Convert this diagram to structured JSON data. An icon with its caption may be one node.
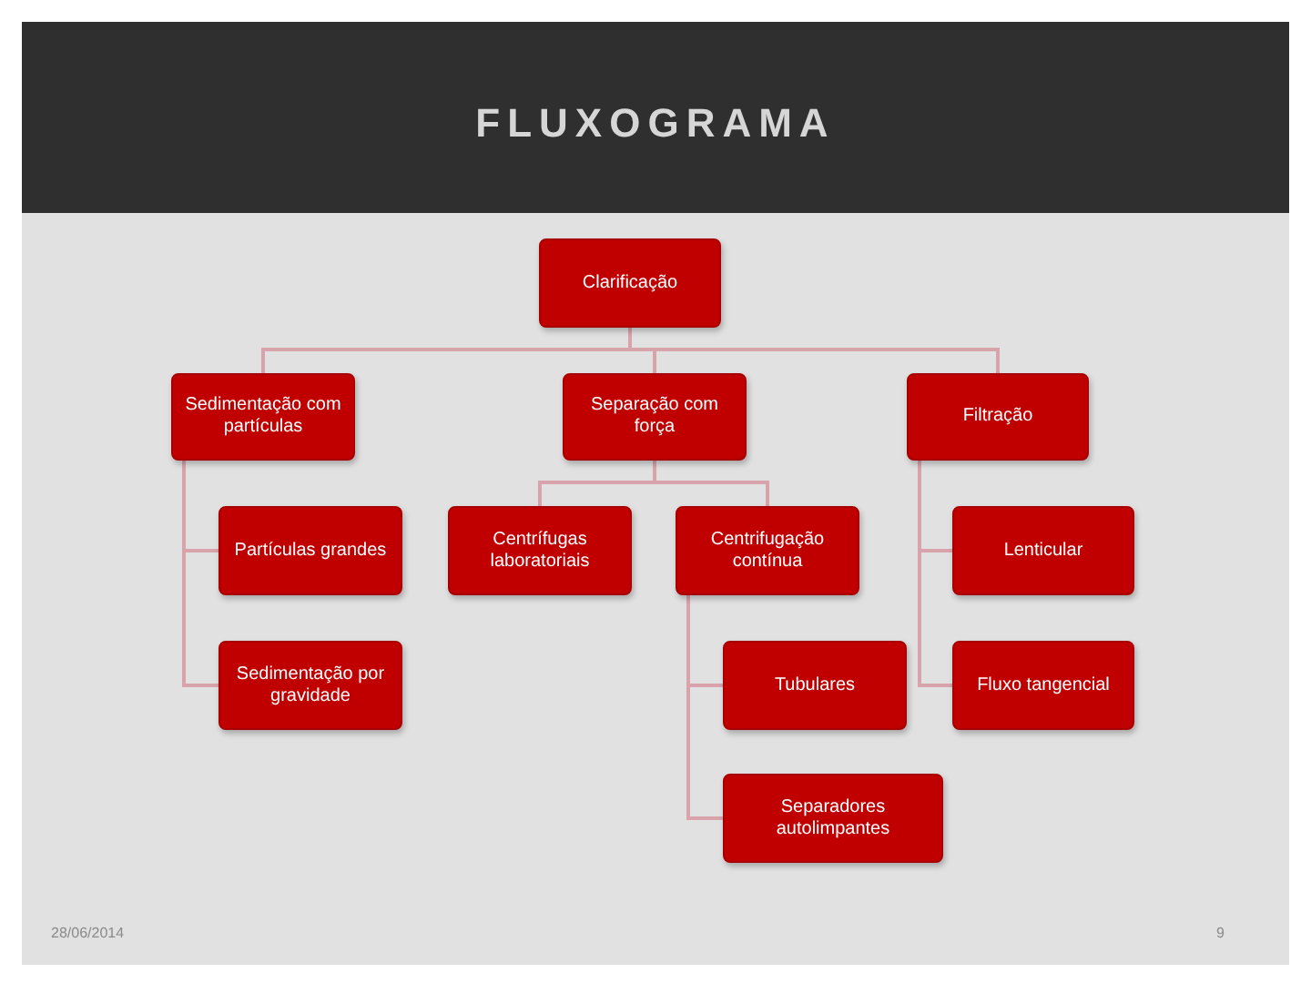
{
  "diagram": {
    "title": "FLUXOGRAMA",
    "nodes": [
      {
        "text": [
          "Clarificação"
        ]
      },
      {
        "text": [
          "Sedimentação com partículas"
        ]
      },
      {
        "text": [
          "Separação com força"
        ]
      },
      {
        "text": [
          "Filtração"
        ]
      },
      {
        "text": [
          "Partículas grandes"
        ]
      },
      {
        "text": [
          "Sedimentação por gravidade"
        ]
      },
      {
        "text": [
          "Centrífugas laboratoriais"
        ]
      },
      {
        "text": [
          "Centrifugação contínua"
        ]
      },
      {
        "text": [
          "Tubulares"
        ]
      },
      {
        "text": [
          "Separadores autolimpantes"
        ]
      },
      {
        "text": [
          "Lenticular"
        ]
      },
      {
        "text": [
          "Fluxo tangencial"
        ]
      }
    ],
    "edges": [
      {
        "from": 0,
        "to": 1,
        "arrow": "none"
      },
      {
        "from": 0,
        "to": 2,
        "arrow": "none"
      },
      {
        "from": 0,
        "to": 3,
        "arrow": "none"
      },
      {
        "from": 1,
        "to": 4,
        "arrow": "none"
      },
      {
        "from": 1,
        "to": 5,
        "arrow": "none"
      },
      {
        "from": 2,
        "to": 6,
        "arrow": "none"
      },
      {
        "from": 2,
        "to": 7,
        "arrow": "none"
      },
      {
        "from": 7,
        "to": 8,
        "arrow": "none"
      },
      {
        "from": 7,
        "to": 9,
        "arrow": "none"
      },
      {
        "from": 3,
        "to": 10,
        "arrow": "none"
      },
      {
        "from": 3,
        "to": 11,
        "arrow": "none"
      }
    ],
    "labels": [
      "28/06/2014",
      "9"
    ]
  }
}
